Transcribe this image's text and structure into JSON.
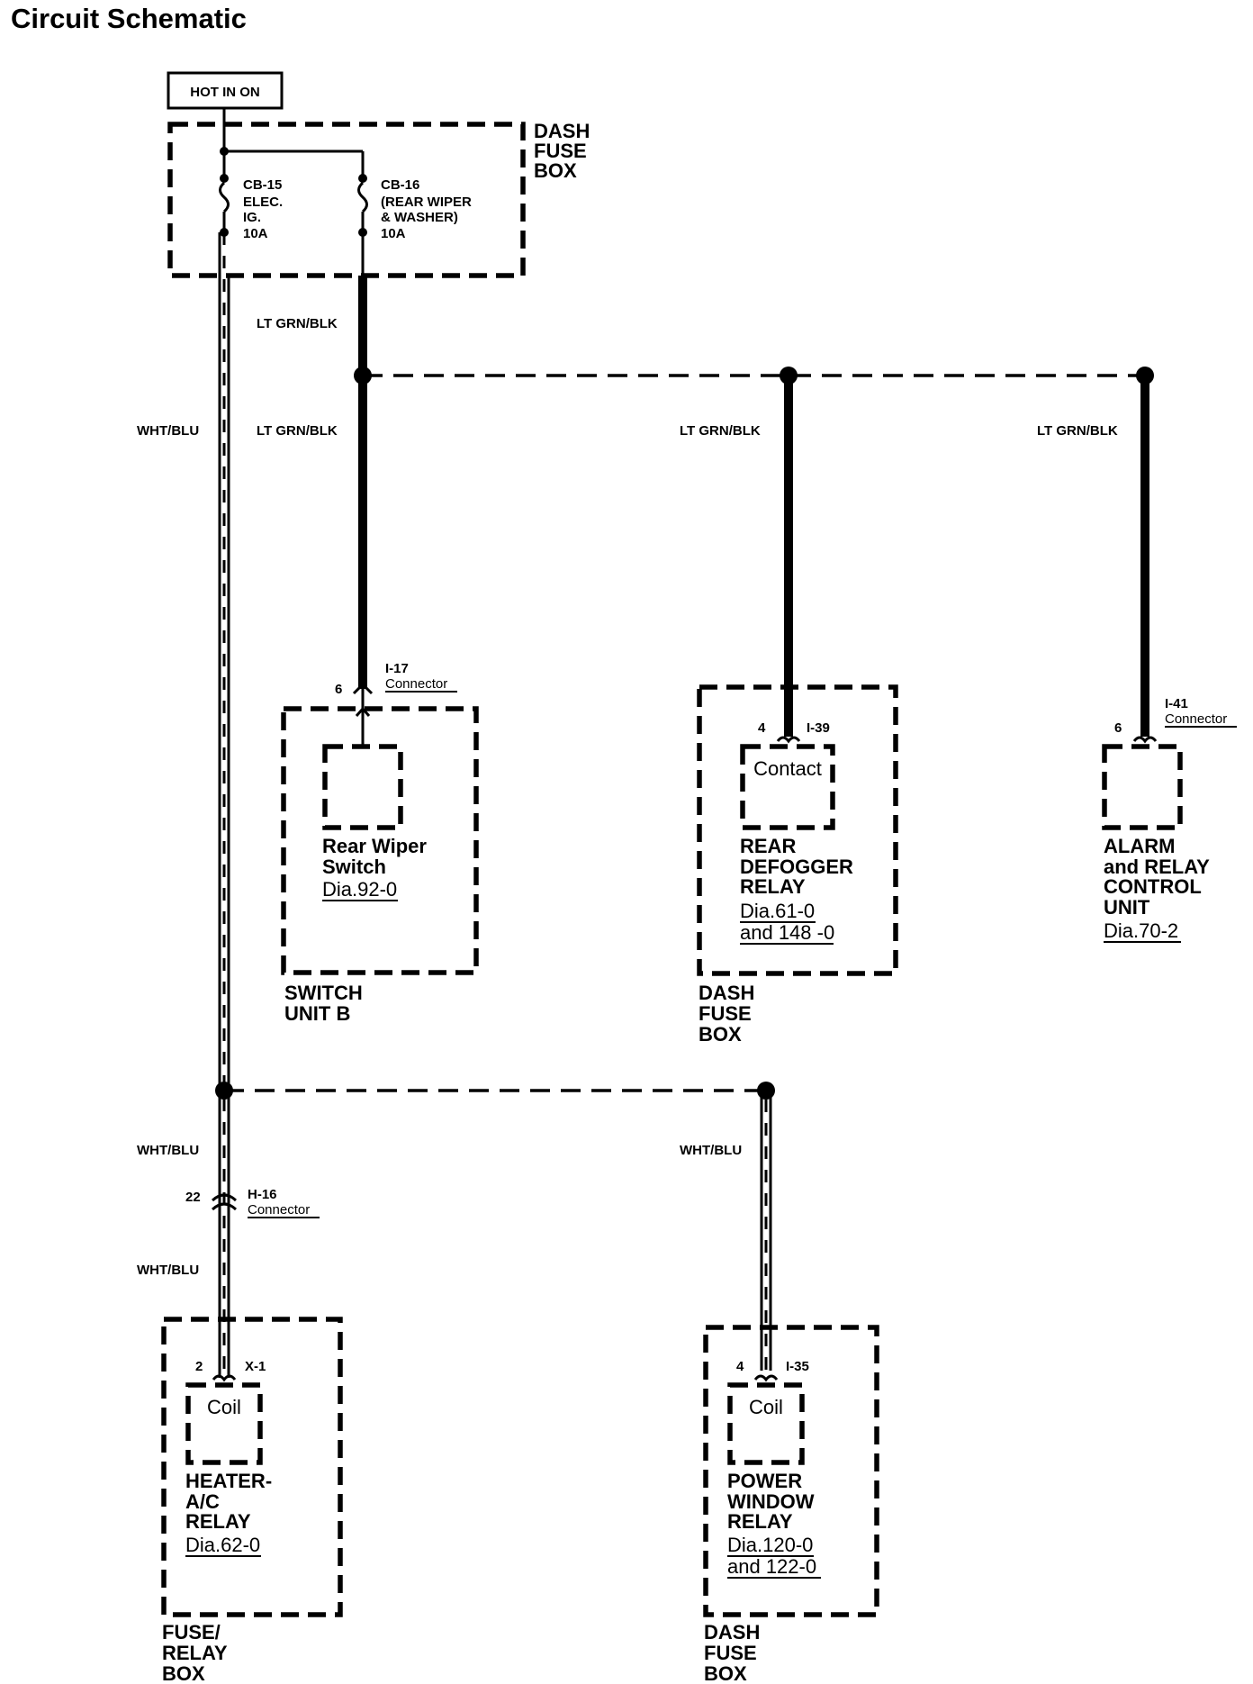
{
  "title": "Circuit Schematic",
  "hot_label": "HOT IN ON",
  "dash_fuse_box": [
    "DASH",
    "FUSE",
    "BOX"
  ],
  "fuses": [
    {
      "lines": [
        "CB-15",
        "ELEC.",
        "IG.",
        "10A"
      ]
    },
    {
      "lines": [
        "CB-16",
        "(REAR WIPER",
        "& WASHER)",
        "10A"
      ]
    }
  ],
  "wires": {
    "lt_grn_blk": "LT GRN/BLK",
    "wht_blu": "WHT/BLU"
  },
  "connectors": {
    "i17": {
      "id": "I-17",
      "label": "Connector",
      "pin": "6"
    },
    "i39": {
      "id": "I-39",
      "pin": "4"
    },
    "i41": {
      "id": "I-41",
      "label": "Connector",
      "pin": "6"
    },
    "h16": {
      "id": "H-16",
      "label": "Connector",
      "pin": "22"
    },
    "x1": {
      "id": "X-1",
      "pin": "2"
    },
    "i35": {
      "id": "I-35",
      "pin": "4"
    }
  },
  "components": {
    "rear_wiper_switch": {
      "name": [
        "Rear Wiper",
        "Switch"
      ],
      "ref": [
        "Dia.92-0"
      ],
      "housing": [
        "SWITCH",
        "UNIT B"
      ]
    },
    "rear_defogger_relay": {
      "inner": "Contact",
      "name": [
        "REAR",
        "DEFOGGER",
        "RELAY"
      ],
      "ref": [
        "Dia.61-0",
        "and 148 -0"
      ],
      "housing": [
        "DASH",
        "FUSE",
        "BOX"
      ]
    },
    "alarm_unit": {
      "name": [
        "ALARM",
        "and RELAY",
        "CONTROL",
        "UNIT"
      ],
      "ref": [
        "Dia.70-2"
      ]
    },
    "heater_ac_relay": {
      "inner": "Coil",
      "name": [
        "HEATER-",
        "A/C",
        "RELAY"
      ],
      "ref": [
        "Dia.62-0"
      ],
      "housing": [
        "FUSE/",
        "RELAY",
        "BOX"
      ]
    },
    "power_window_relay": {
      "inner": "Coil",
      "name": [
        "POWER",
        "WINDOW",
        "RELAY"
      ],
      "ref": [
        "Dia.120-0",
        "and 122-0"
      ],
      "housing": [
        "DASH",
        "FUSE",
        "BOX"
      ]
    }
  }
}
